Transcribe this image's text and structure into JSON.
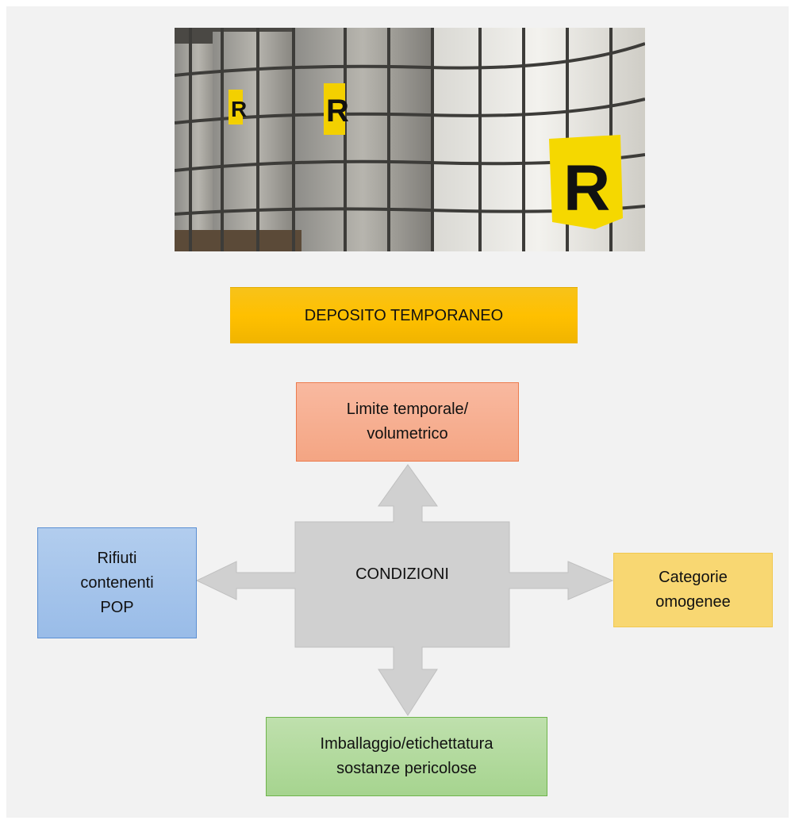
{
  "photo": {
    "description_icon": "photo-image",
    "labels": [
      "R",
      "R",
      "R"
    ]
  },
  "title": "DEPOSITO TEMPORANEO",
  "center": "CONDIZIONI",
  "top_box": {
    "line1": "Limite temporale/",
    "line2": "volumetrico"
  },
  "left_box": {
    "line1": "Rifiuti",
    "line2": "contenenti",
    "line3": "POP"
  },
  "right_box": {
    "line1": "Categorie",
    "line2": "omogenee"
  },
  "bottom_box": {
    "line1": "Imballaggio/etichettatura",
    "line2": "sostanze pericolose"
  },
  "colors": {
    "title": "#ffc000",
    "top": "#f4a583",
    "left": "#99bce8",
    "right": "#f8d772",
    "bottom": "#a6d48f",
    "arrow": "#d0d0d0"
  }
}
